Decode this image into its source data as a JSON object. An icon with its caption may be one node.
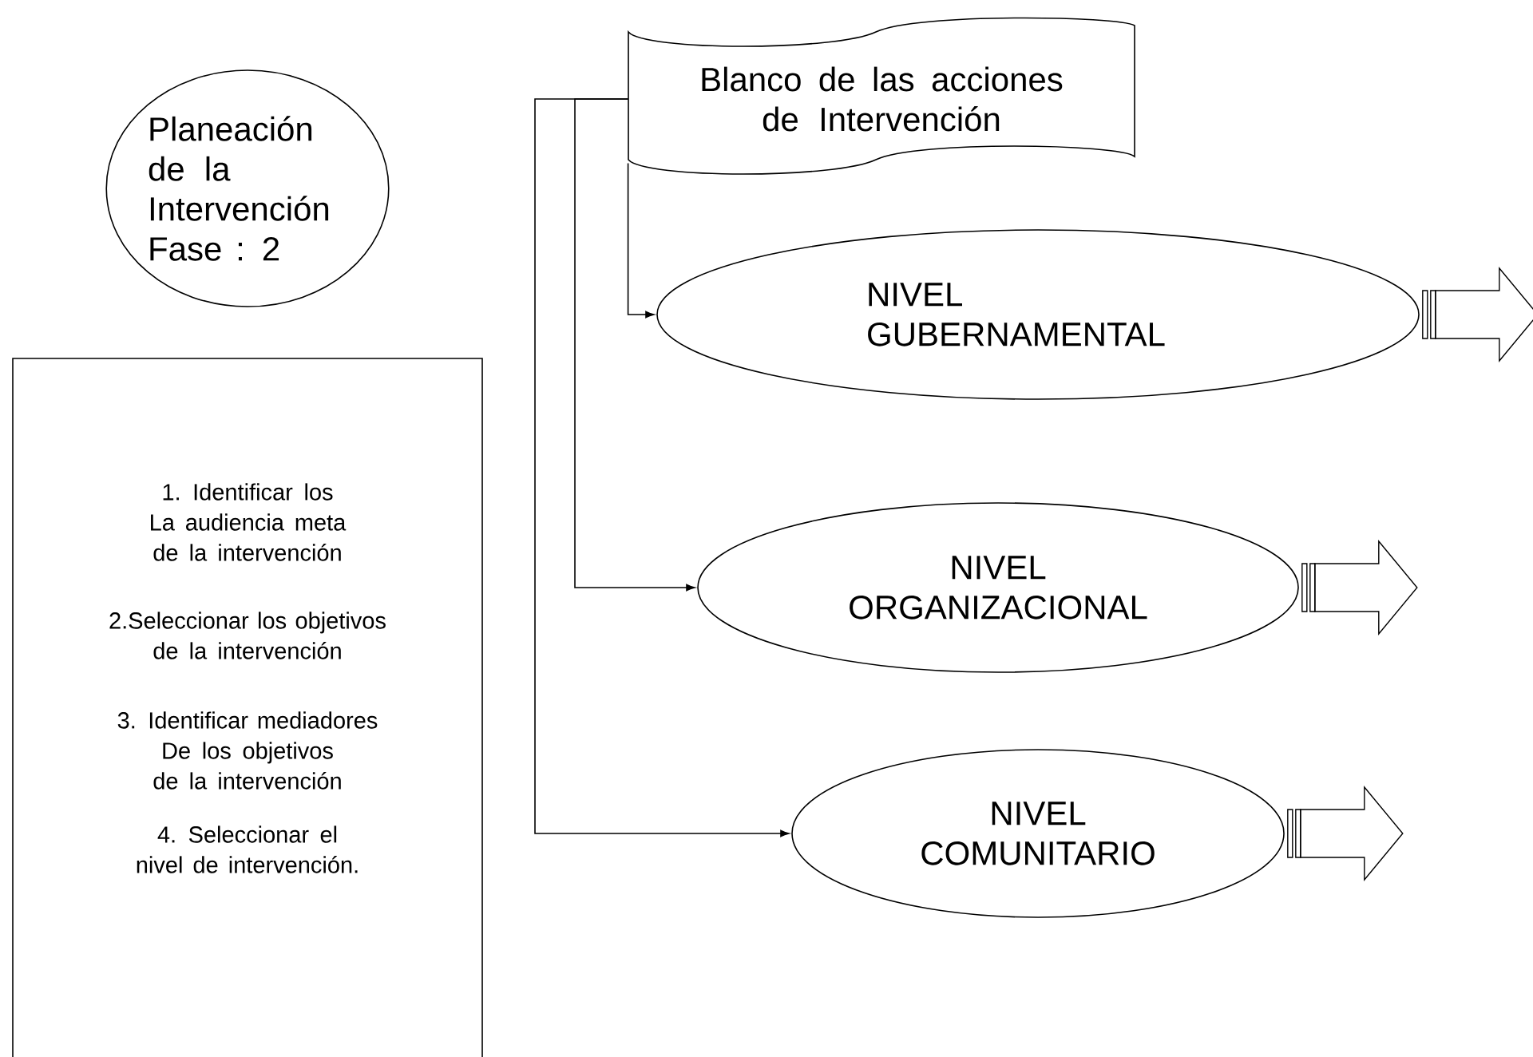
{
  "diagram": {
    "nodes": [
      {
        "text": [
          "Planeación de la Intervención Fase : 2"
        ]
      },
      {
        "text": [
          "1. Identificar los La audiencia meta de la intervención",
          "2.Seleccionar los objetivos de la intervención",
          "3. Identificar mediadores De los objetivos de la intervención",
          "4. Seleccionar el nivel de intervención."
        ]
      },
      {
        "text": [
          "Blanco de las acciones de Intervención"
        ]
      },
      {
        "text": [
          "NIVEL GUBERNAMENTAL"
        ]
      },
      {
        "text": [
          "NIVEL ORGANIZACIONAL"
        ]
      },
      {
        "text": [
          "NIVEL COMUNITARIO"
        ]
      }
    ],
    "edges": [
      {
        "from": 2,
        "to": 3,
        "arrow": "to"
      },
      {
        "from": 2,
        "to": 4,
        "arrow": "to"
      },
      {
        "from": 2,
        "to": 5,
        "arrow": "to"
      },
      {
        "from": 3,
        "to": null,
        "arrow": "to"
      },
      {
        "from": 4,
        "to": null,
        "arrow": "to"
      },
      {
        "from": 5,
        "to": null,
        "arrow": "to"
      }
    ]
  }
}
